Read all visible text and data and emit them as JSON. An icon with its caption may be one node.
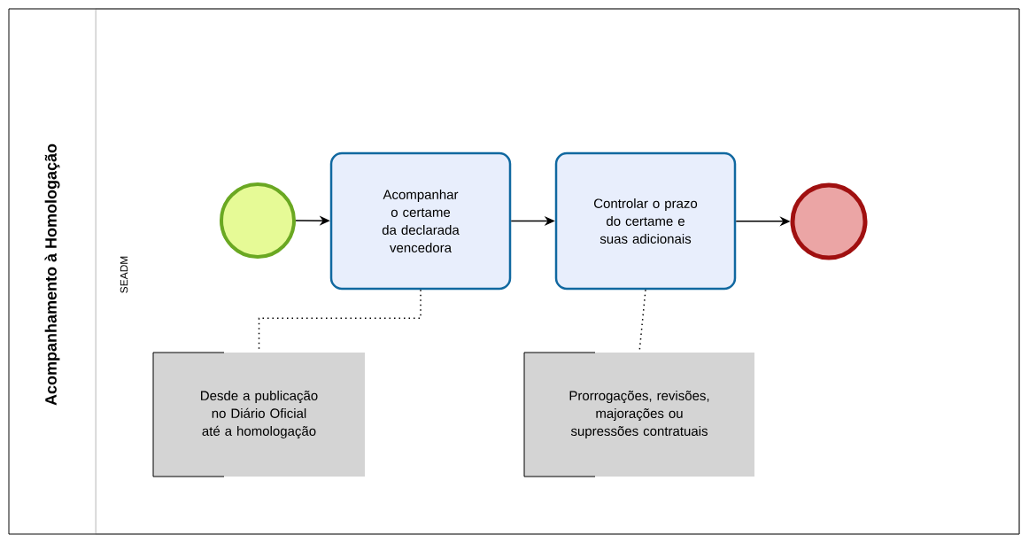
{
  "diagram": {
    "nodes": [
      {
        "text": [
          "Acompanhamento à Homologação"
        ]
      },
      {
        "text": [
          "SEADM"
        ],
        "in": 0
      },
      {
        "text": [],
        "shape": "circle",
        "in": 1
      },
      {
        "text": [
          "Acompanhar o certame da declarada vencedora"
        ],
        "in": 1
      },
      {
        "text": [
          "Controlar  o prazo do certame e suas adicionais"
        ],
        "in": 1
      },
      {
        "text": [],
        "shape": "circle",
        "in": 1
      },
      {
        "text": [
          "Desde a publicação no Diário Oficial até a homologação"
        ],
        "in": 1
      },
      {
        "text": [
          "Prorrogações, revisões, majorações ou supressões contratuais"
        ],
        "in": 1
      }
    ],
    "edges": [
      {
        "from": 2,
        "to": 3,
        "arrow": "to"
      },
      {
        "from": 3,
        "to": 4,
        "arrow": "to"
      },
      {
        "from": 4,
        "to": 5,
        "arrow": "to"
      },
      {
        "from": 3,
        "to": 6,
        "arrow": "none",
        "style": "dashed"
      },
      {
        "from": 4,
        "to": 7,
        "arrow": "none",
        "style": "dashed"
      }
    ]
  }
}
